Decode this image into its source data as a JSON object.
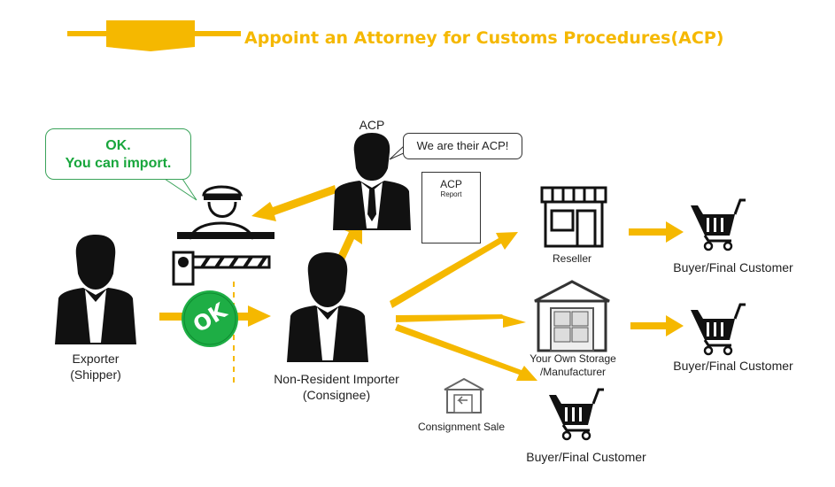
{
  "title": "Appoint an Attorney for Customs Procedures(ACP)",
  "colors": {
    "accent": "#f5b800",
    "ok_green": "#18a63c",
    "silhouette": "#111111"
  },
  "acp_label": "ACP",
  "acp_speech": "We are their ACP!",
  "acp_report": {
    "title": "ACP",
    "subtitle": "Report"
  },
  "customs_speech": {
    "line1": "OK.",
    "line2": "You can import."
  },
  "ok_stamp": "OK",
  "exporter": {
    "line1": "Exporter",
    "line2": "(Shipper)"
  },
  "importer": {
    "line1": "Non-Resident Importer",
    "line2": "(Consignee)"
  },
  "reseller": "Reseller",
  "storage": {
    "line1": "Your Own Storage",
    "line2": "/Manufacturer"
  },
  "consignment": "Consignment Sale",
  "buyer_top": "Buyer/Final Customer",
  "buyer_middle": "Buyer/Final Customer",
  "buyer_bottom": "Buyer/Final Customer",
  "icons": [
    "person-icon",
    "customs-officer-icon",
    "store-icon",
    "warehouse-icon",
    "shopping-cart-icon",
    "consignment-warehouse-icon"
  ]
}
